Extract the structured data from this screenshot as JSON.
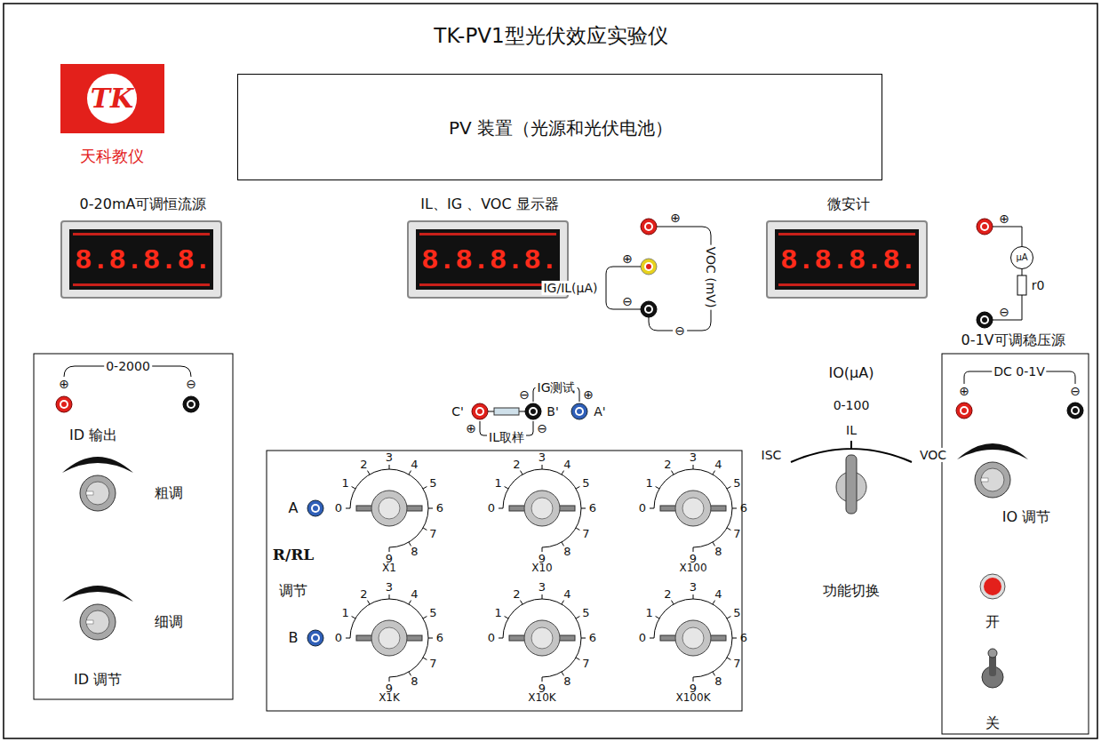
{
  "diagram": {
    "title": "TK-PV1型光伏效应实验仪",
    "nodes": [
      {
        "text": [
          "TK",
          "天科教仪"
        ]
      },
      {
        "text": [
          "PV 装置（光源和光伏电池）"
        ]
      },
      {
        "text": [
          "0-20mA可调恒流源",
          "8.8.8.8."
        ]
      },
      {
        "text": [
          "IL、IG 、VOC 显示器",
          "8.8.8.8."
        ]
      },
      {
        "text": [
          "微安计",
          "8.8.8.8."
        ]
      },
      {
        "text": [
          "μA"
        ]
      },
      {
        "text": [
          "0-2000",
          "ID 输出",
          "粗调",
          "细调",
          "ID 调节"
        ]
      },
      {
        "text": [
          "A",
          "R/RL",
          "调节",
          "B"
        ]
      },
      {
        "text": [
          "X1",
          "0",
          "1",
          "2",
          "3",
          "4",
          "5",
          "6",
          "7",
          "8",
          "9"
        ],
        "in": 7
      },
      {
        "text": [
          "X10",
          "0",
          "1",
          "2",
          "3",
          "4",
          "5",
          "6",
          "7",
          "8",
          "9"
        ],
        "in": 7
      },
      {
        "text": [
          "X100",
          "0",
          "1",
          "2",
          "3",
          "4",
          "5",
          "6",
          "7",
          "8",
          "9"
        ],
        "in": 7
      },
      {
        "text": [
          "X1K",
          "0",
          "1",
          "2",
          "3",
          "4",
          "5",
          "6",
          "7",
          "8",
          "9"
        ],
        "in": 7
      },
      {
        "text": [
          "X10K",
          "0",
          "1",
          "2",
          "3",
          "4",
          "5",
          "6",
          "7",
          "8",
          "9"
        ],
        "in": 7
      },
      {
        "text": [
          "X100K",
          "0",
          "1",
          "2",
          "3",
          "4",
          "5",
          "6",
          "7",
          "8",
          "9"
        ],
        "in": 7
      },
      {
        "text": [
          "0-1V可调稳压源",
          "DC 0-1V",
          "IO 调节",
          "开",
          "关"
        ]
      }
    ],
    "labels": [
      "C'",
      "B'",
      "A'",
      "⊖",
      "IG测试",
      "⊕",
      "⊕",
      "IL取样",
      "⊖",
      "⊕",
      "⊕",
      "IG/IL(μA)",
      "⊖",
      "VOC (mV)",
      "⊖",
      "IO(μA)",
      "0-100",
      "⊕",
      "r0",
      "⊖",
      "⊕",
      "⊖",
      "⊕",
      "⊖",
      "ISC",
      "IL",
      "VOC",
      "功能切换"
    ]
  }
}
